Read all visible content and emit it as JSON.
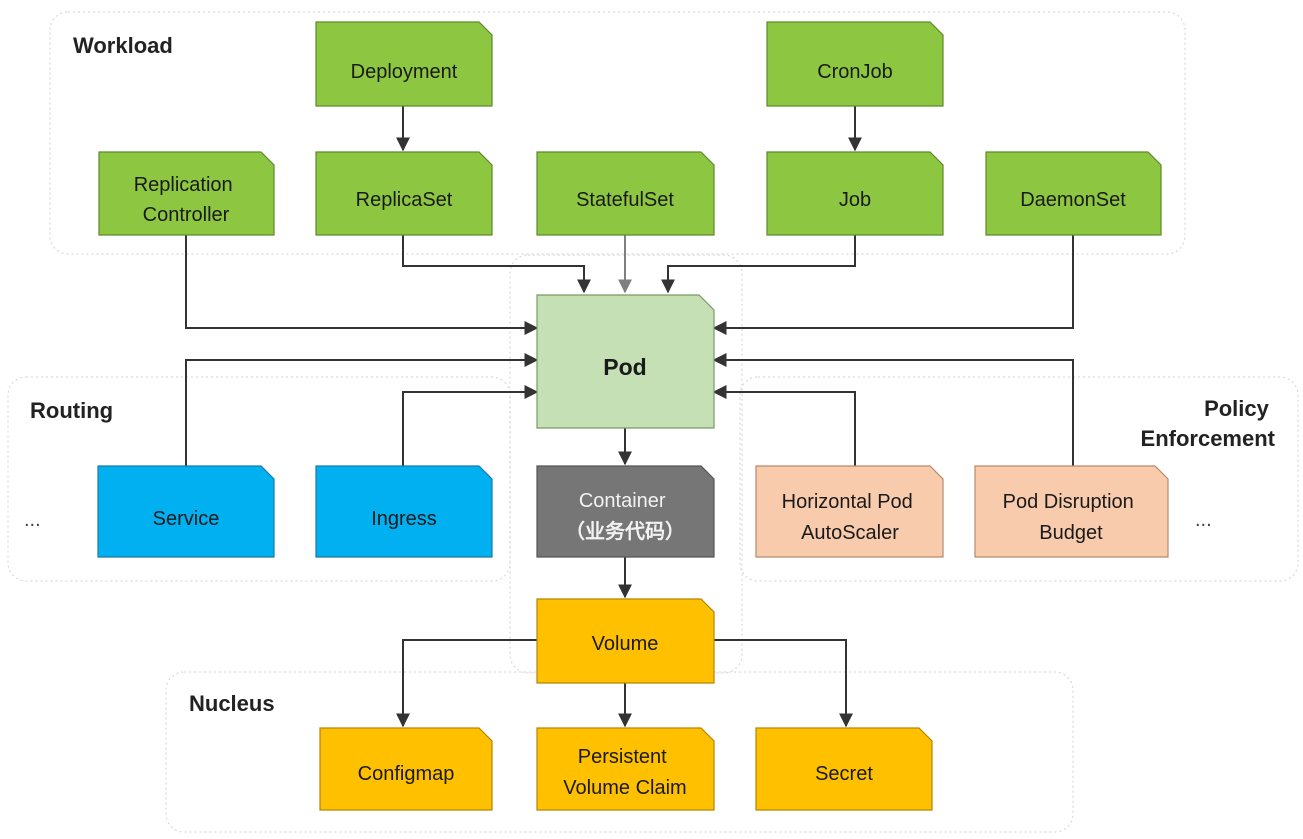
{
  "colors": {
    "workload": "#8dc641",
    "workload_border": "#5e8a2a",
    "pod": "#c5e0b4",
    "pod_border": "#7a9a66",
    "routing": "#00b0f0",
    "routing_border": "#1b7aa3",
    "container": "#767676",
    "container_border": "#555555",
    "policy": "#f8cbad",
    "policy_border": "#b88a6a",
    "nucleus": "#ffc000",
    "nucleus_border": "#b38600"
  },
  "groups": {
    "workload": "Workload",
    "routing": "Routing",
    "policy": [
      "Policy",
      "Enforcement"
    ],
    "nucleus": "Nucleus"
  },
  "nodes": {
    "deployment": [
      "Deployment"
    ],
    "cronjob": [
      "CronJob"
    ],
    "replication_controller": [
      "Replication",
      "Controller"
    ],
    "replicaset": [
      "ReplicaSet"
    ],
    "statefulset": [
      "StatefulSet"
    ],
    "job": [
      "Job"
    ],
    "daemonset": [
      "DaemonSet"
    ],
    "pod": [
      "Pod"
    ],
    "service": [
      "Service"
    ],
    "ingress": [
      "Ingress"
    ],
    "container": [
      "Container",
      "（业务代码）"
    ],
    "hpa": [
      "Horizontal Pod",
      "AutoScaler"
    ],
    "pdb": [
      "Pod Disruption",
      "Budget"
    ],
    "volume": [
      "Volume"
    ],
    "configmap": [
      "Configmap"
    ],
    "pvc": [
      "Persistent",
      "Volume Claim"
    ],
    "secret": [
      "Secret"
    ]
  },
  "ellipsis": {
    "routing": "...",
    "policy": "..."
  }
}
